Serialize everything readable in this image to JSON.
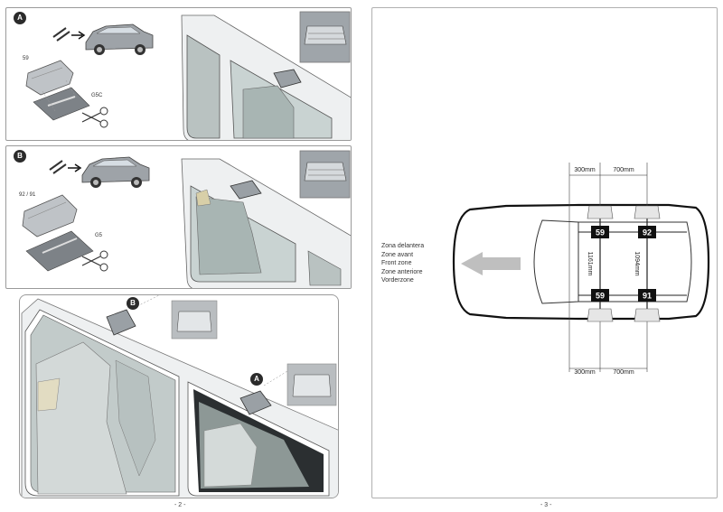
{
  "left_page": {
    "step_a": {
      "badge": "A",
      "part_number": "59",
      "kit": "G5C"
    },
    "step_b": {
      "badge": "B",
      "part_number": "92 / 91",
      "kit": "G5"
    },
    "step_c": {
      "badge_b": "B",
      "badge_a": "A"
    },
    "page_number": "- 2 -"
  },
  "right_page": {
    "zone_labels": [
      "Zona delantera",
      "Zone avant",
      "Front zone",
      "Zone anteriore",
      "Vorderzone"
    ],
    "dims": {
      "top_left": "300mm",
      "top_right": "700mm",
      "bottom_left": "300mm",
      "bottom_right": "700mm",
      "width_left": "1161mm",
      "width_right": "1094mm"
    },
    "feet": {
      "front_left": "59",
      "front_right": "92",
      "rear_left": "59",
      "rear_right": "91"
    },
    "page_number": "- 3 -"
  }
}
